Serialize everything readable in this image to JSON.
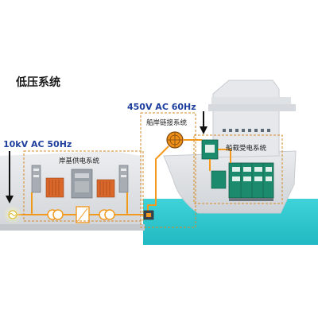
{
  "title": "低压系统",
  "voltage_shore": "10kV AC 50Hz",
  "voltage_ship": "450V AC 60Hz",
  "boxes": {
    "shore_power": "岸基供电系统",
    "connection": "船岸链接系统",
    "onboard": "船载受电系统"
  },
  "colors": {
    "voltage_text": "#1f3f9f",
    "cable": "#f39a1e",
    "sea": "#29c7cf",
    "ship_hull": "#e3e5e8",
    "cabinet_green": "#1c8a6c",
    "transformer_orange": "#d9682a"
  }
}
